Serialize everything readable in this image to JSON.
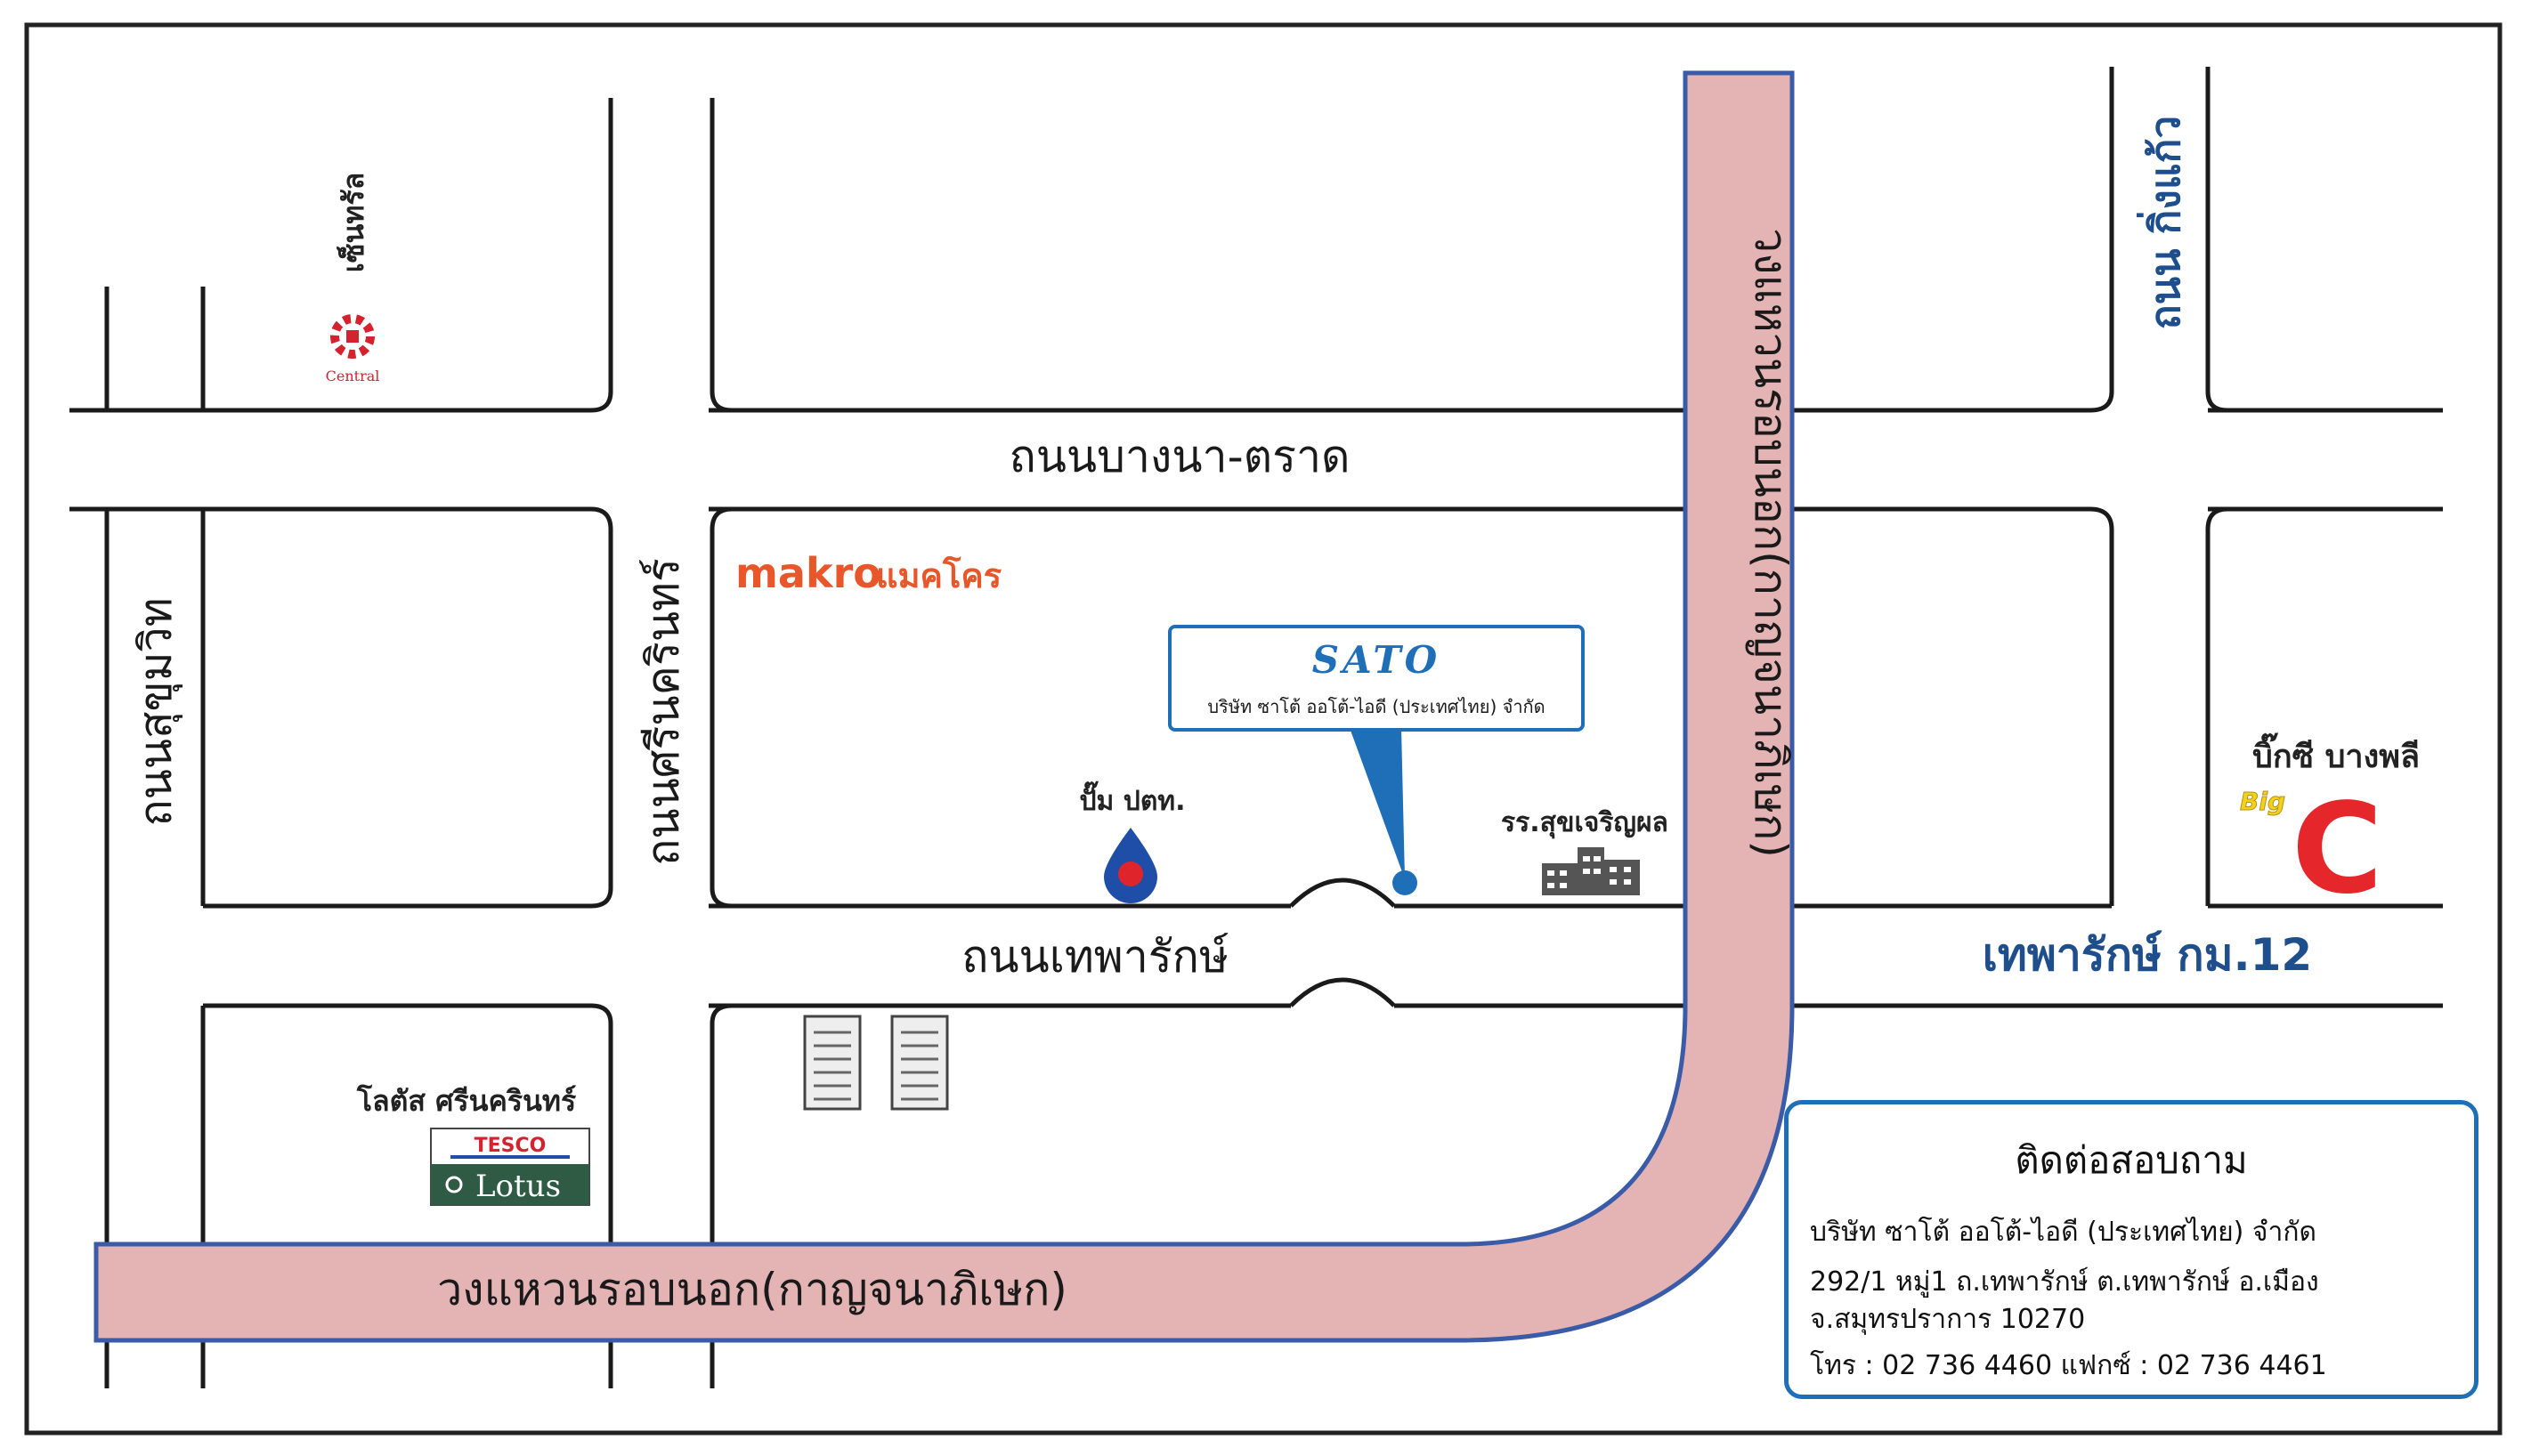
{
  "roads": {
    "bangna_trat": "ถนนบางนา-ตราด",
    "theparak": "ถนนเทพารักษ์",
    "outer_ring_horizontal": "วงแหวนรอบนอก(กาญจนาภิเษก)",
    "outer_ring_vertical": "วงแหวนรอบนอก(กาญจนาภิเษก)",
    "sukhumvit": "ถนนสุขุมวิท",
    "srinakarin": "ถนนศรีนครินทร์",
    "king_kaew": "ถนน กิ่งแก้ว",
    "theparak_km12": "เทพารักษ์ กม.12"
  },
  "landmarks": {
    "central_label": "เซ็นทรัล",
    "central_logo": "Central",
    "makro_brand": "makro",
    "makro_thai": "แมคโคร",
    "ptt_label": "ปั๊ม ปตท.",
    "school_label": "รร.สุขเจริญผล",
    "bigc_label": "บิ๊กซี บางพลี",
    "bigc_logo_big": "Big",
    "bigc_logo_c": "C",
    "lotus_label": "โลตัส ศรีนครินทร์",
    "tesco_logo": "TESCO",
    "lotus_logo": "Lotus"
  },
  "callout": {
    "logo": "SATO",
    "company": "บริษัท ซาโต้ ออโต้-ไอดี (ประเทศไทย) จำกัด"
  },
  "contact": {
    "title": "ติดต่อสอบถาม",
    "company": "บริษัท ซาโต้ ออโต้-ไอดี (ประเทศไทย) จำกัด",
    "address1": "292/1 หมู่1 ถ.เทพารักษ์ ต.เทพารักษ์ อ.เมือง",
    "address2": "จ.สมุทรปราการ 10270",
    "phone": "โทร : 02 736 4460  แฟกซ์ : 02 736 4461"
  },
  "colors": {
    "ring_road_fill": "#e4b3b3",
    "ring_road_edge": "#3a5ba8",
    "accent_blue": "#1f6fb8",
    "road_text_blue": "#1f4e8c",
    "makro_orange": "#e8562a",
    "ptt_blue": "#1f4ea8",
    "ptt_red": "#e0242b",
    "bigc_red": "#e5262a",
    "bigc_yellow": "#f3d21a",
    "central_red": "#d4232f",
    "lotus_green": "#2f5a44"
  },
  "icons": [
    "central-logo-icon",
    "makro-logo-icon",
    "ptt-drop-icon",
    "school-building-icon",
    "bigc-logo-icon",
    "tesco-lotus-logo-icon",
    "apartment-building-icon"
  ]
}
